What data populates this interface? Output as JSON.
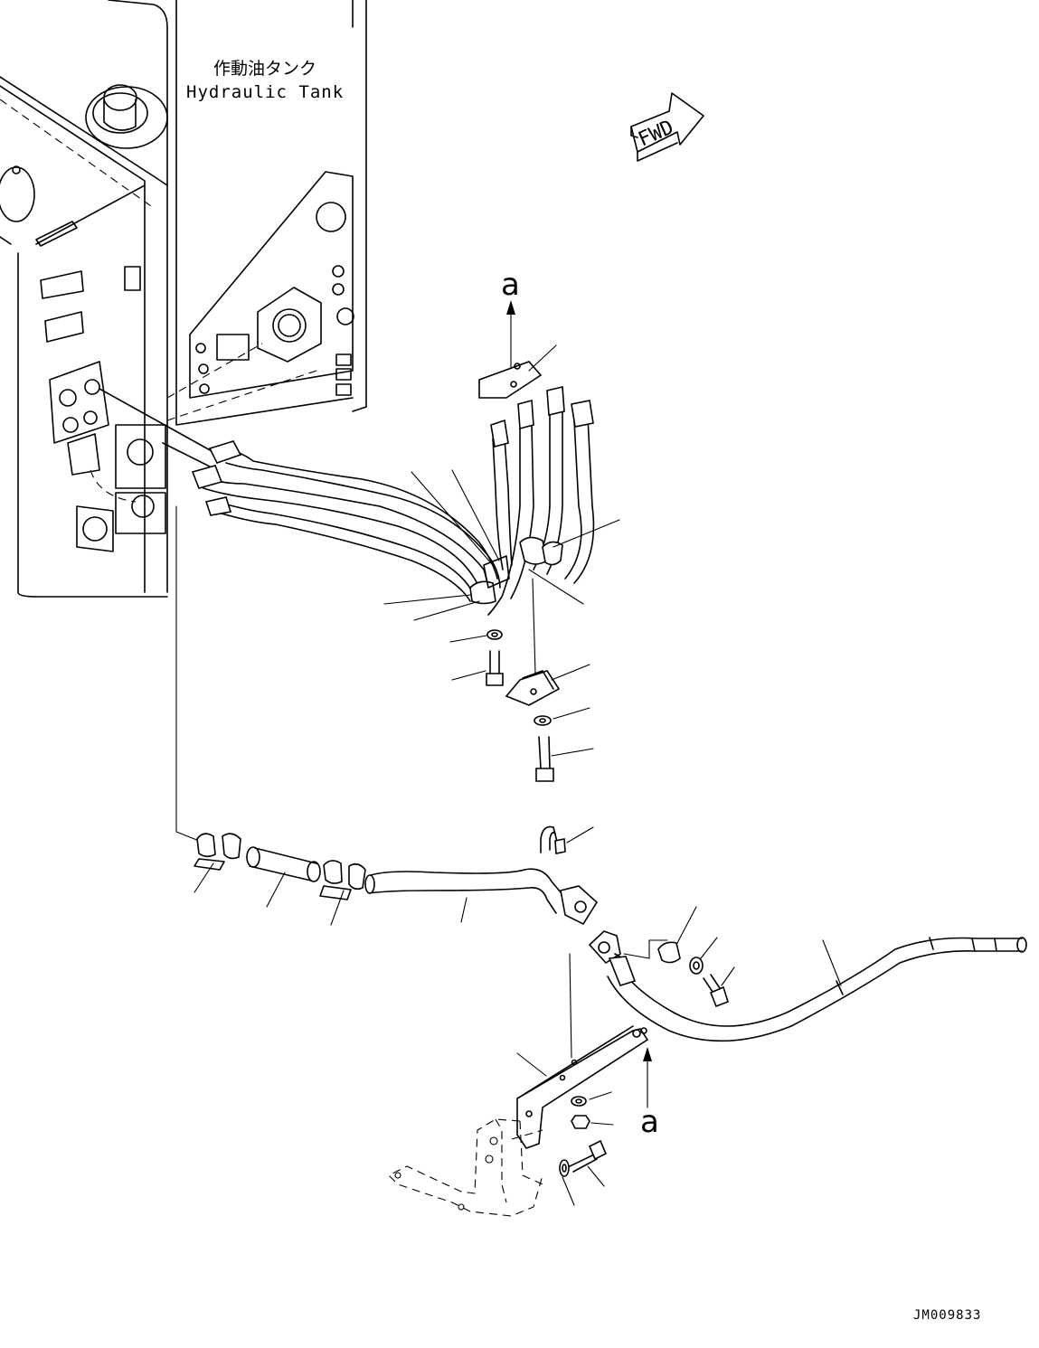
{
  "labels": {
    "tank_jp": "作動油タンク",
    "tank_en": "Hydraulic Tank",
    "forward": "FWD",
    "view_ref_top": "a",
    "view_ref_bottom": "a",
    "drawing_code": "JM009833"
  }
}
